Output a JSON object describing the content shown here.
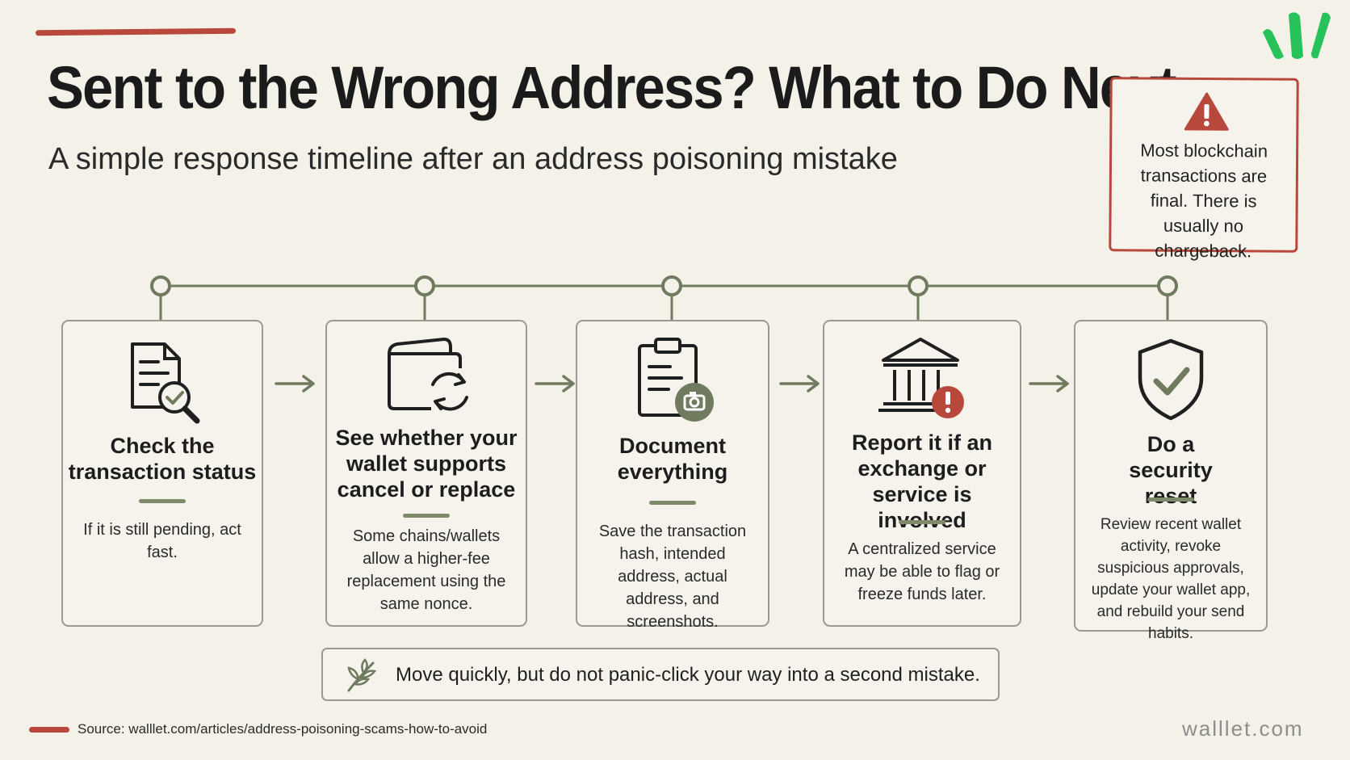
{
  "header": {
    "title": "Sent to the Wrong Address? What to Do Next",
    "subtitle": "A simple response timeline after an address poisoning mistake"
  },
  "warning": {
    "text": "Most blockchain transactions are final. There is usually no chargeback.",
    "icon": "warning-triangle-icon"
  },
  "steps": [
    {
      "title": "Check the transaction status",
      "text": "If it is still pending, act fast.",
      "icon": "document-search-check-icon"
    },
    {
      "title": "See whether your wallet supports cancel or replace",
      "text": "Some chains/wallets allow a higher-fee replacement using the same nonce.",
      "icon": "wallet-refresh-icon"
    },
    {
      "title": "Document everything",
      "text": "Save the transaction hash, intended address, actual address, and screenshots.",
      "icon": "clipboard-camera-icon"
    },
    {
      "title": "Report it if an exchange or service is involved",
      "text": "A centralized service may be able to flag or freeze funds later.",
      "icon": "bank-alert-icon"
    },
    {
      "title": "Do a security reset",
      "text": "Review recent wallet activity, revoke suspicious approvals, update your wallet app, and rebuild your send habits.",
      "icon": "shield-check-icon"
    }
  ],
  "tip": {
    "text": "Move quickly, but do not panic-click your way into a second mistake.",
    "icon": "leaf-branch-icon"
  },
  "footer": {
    "source": "Source: walllet.com/articles/address-poisoning-scams-how-to-avoid",
    "brand": "walllet.com"
  },
  "colors": {
    "accent_red": "#b8483b",
    "olive": "#7f8a6a",
    "logo_green": "#27c35a",
    "background": "#f4f1e9"
  }
}
